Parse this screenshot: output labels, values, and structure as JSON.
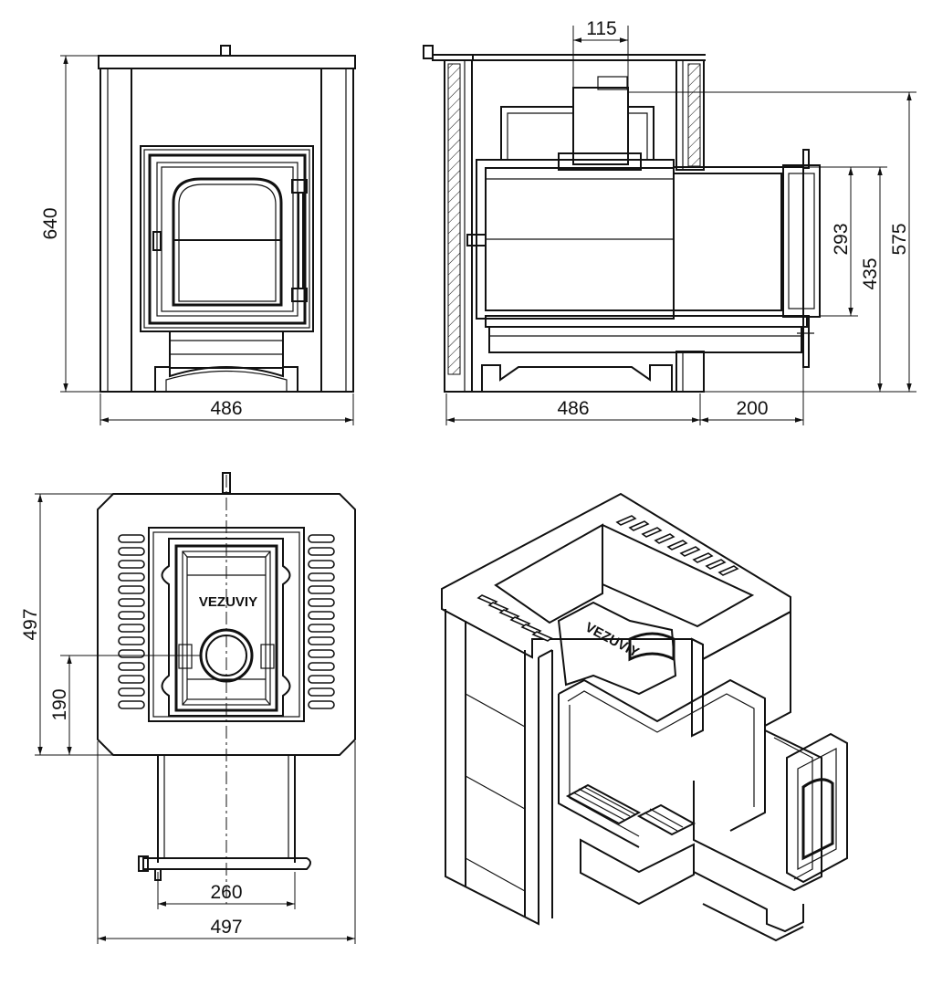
{
  "brand": "VEZUVIY",
  "colors": {
    "stroke": "#111111",
    "background": "#ffffff"
  },
  "front_view": {
    "height_label": "640",
    "width_label": "486"
  },
  "side_view": {
    "flue_label": "115",
    "h1_label": "293",
    "h2_label": "435",
    "h3_label": "575",
    "depth_label": "486",
    "tunnel_label": "200"
  },
  "top_view": {
    "depth_label": "497",
    "axis_offset_label": "190",
    "tunnel_width_label": "260",
    "width_label": "497"
  }
}
